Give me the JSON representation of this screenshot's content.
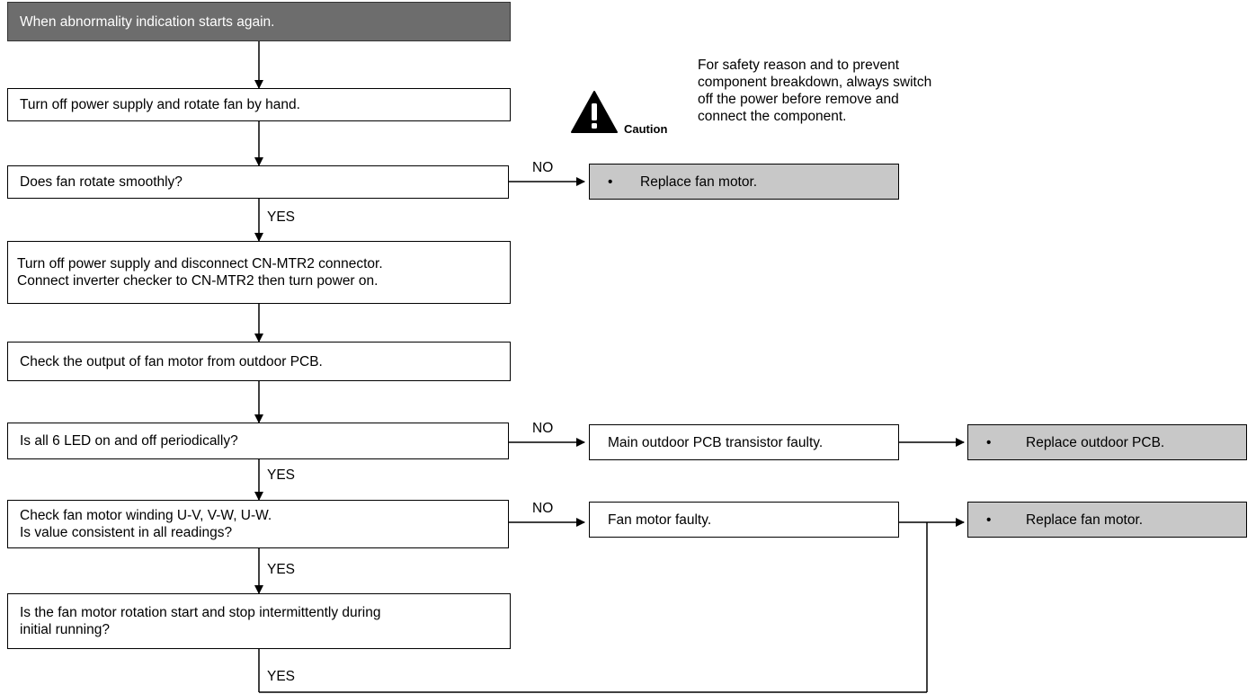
{
  "steps": {
    "start": "When abnormality indication starts again.",
    "s1": "Turn off power supply and rotate fan by hand.",
    "s2": "Does fan rotate smoothly?",
    "s3_line1": "Turn off power supply and disconnect CN-MTR2 connector.",
    "s3_line2": "Connect inverter checker to CN-MTR2 then turn power on.",
    "s4": "Check the output of fan motor from outdoor PCB.",
    "s5": "Is all 6 LED on and off periodically?",
    "s6_line1": "Check fan motor winding U-V, V-W, U-W.",
    "s6_line2": "Is value consistent in all readings?",
    "s7_line1": "Is the fan motor rotation start and stop intermittently during",
    "s7_line2": "initial running?"
  },
  "outcomes": {
    "replace_fan_motor_1": "Replace fan motor.",
    "pcb_transistor_faulty": "Main outdoor PCB transistor faulty.",
    "replace_outdoor_pcb": "Replace outdoor PCB.",
    "fan_motor_faulty": "Fan motor faulty.",
    "replace_fan_motor_2": "Replace fan motor."
  },
  "bullet": "•",
  "labels": {
    "no": "NO",
    "yes": "YES"
  },
  "caution": {
    "word": "Caution",
    "line1": "For safety reason and to prevent",
    "line2": "component breakdown, always switch",
    "line3": "off the power before remove and",
    "line4": "connect the component."
  }
}
